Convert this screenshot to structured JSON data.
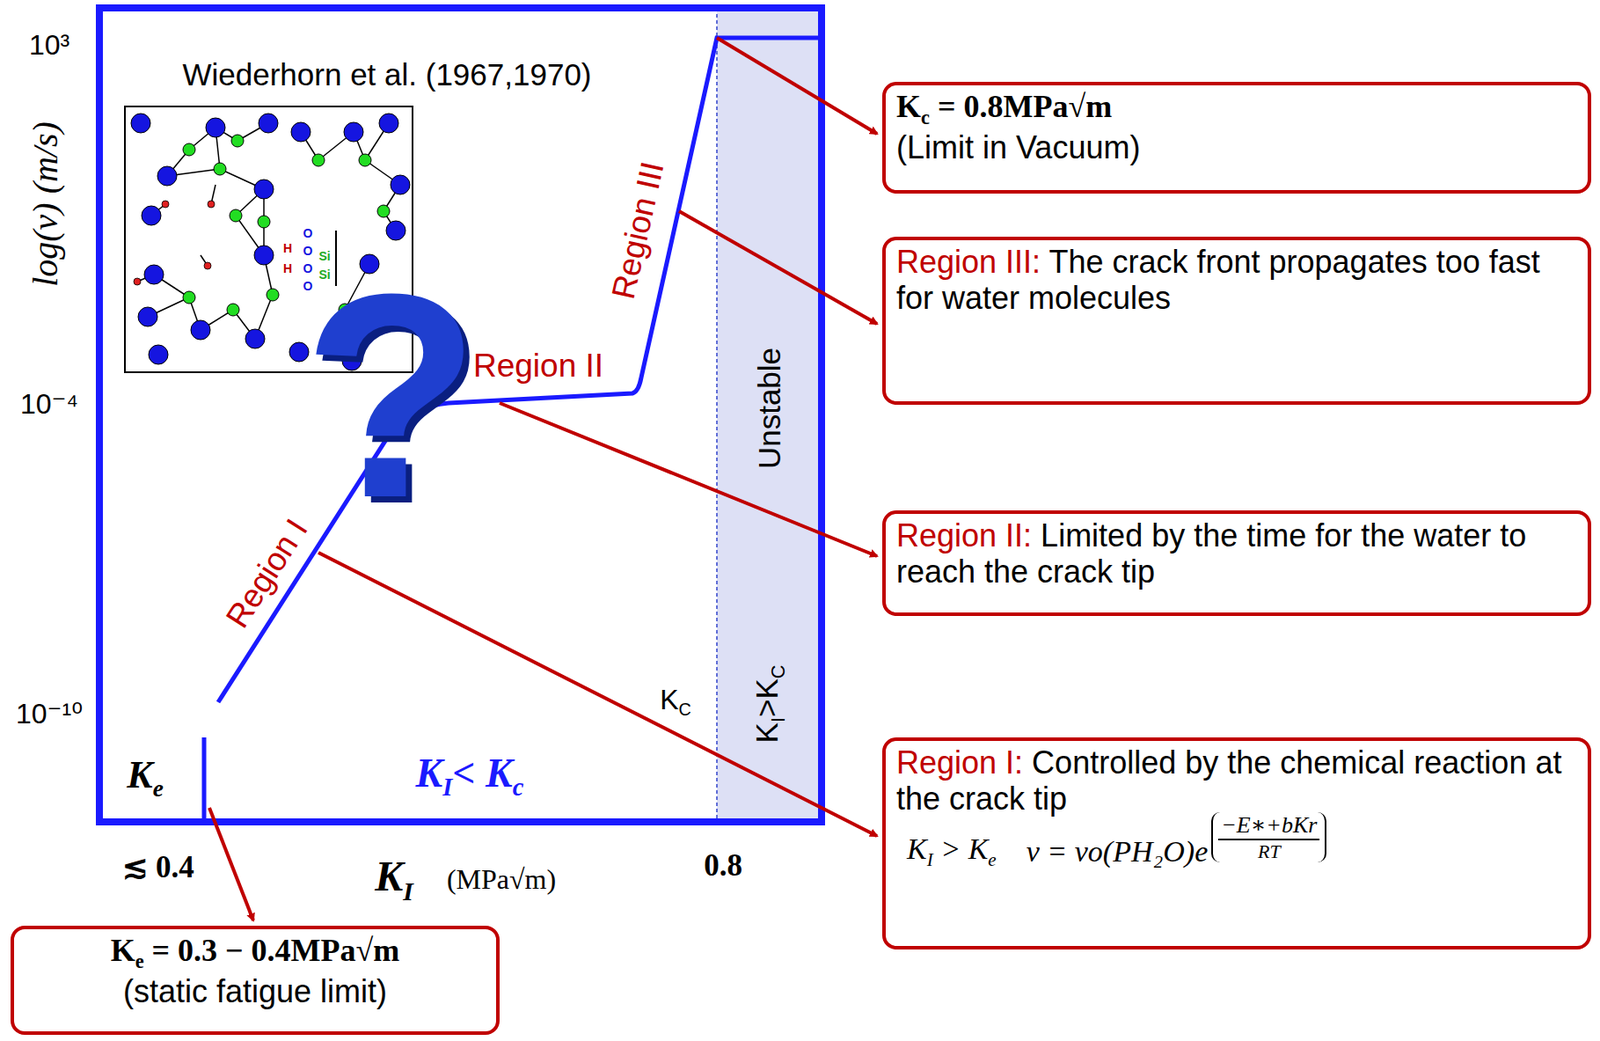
{
  "diagram": {
    "nodes": [
      {
        "text": [
          "Kc = 0.8MPa√m",
          "(Limit in Vacuum)"
        ]
      },
      {
        "text": [
          "Region III:",
          "The crack front propagates too fast for water molecules"
        ]
      },
      {
        "text": [
          "Region II:",
          "Limited by the time for the water to reach the crack tip"
        ]
      },
      {
        "text": [
          "Region I:",
          "Controlled by the chemical reaction at the crack tip",
          "KI > Ke",
          "v = vo(PH₂O)e",
          "−E∗+bKr",
          "RT"
        ]
      },
      {
        "text": [
          "Ke = 0.3 − 0.4MPa√m",
          "(static fatigue limit)"
        ]
      },
      {
        "text": [
          "Unstable",
          "KI>KC"
        ]
      }
    ],
    "labels": [
      "10³",
      "10⁻⁴",
      "10⁻¹⁰",
      "log(v) (m/s)",
      "Wiederhorn et al. (1967,1970)",
      "H",
      "H",
      "O",
      "O",
      "O",
      "O",
      "Si",
      "Si",
      "?",
      "Region III",
      "Region II",
      "Region I",
      "KC",
      "Ke",
      "KI< Kc",
      "≲ 0.4",
      "KI",
      "(MPa√m)",
      "0.8"
    ]
  }
}
